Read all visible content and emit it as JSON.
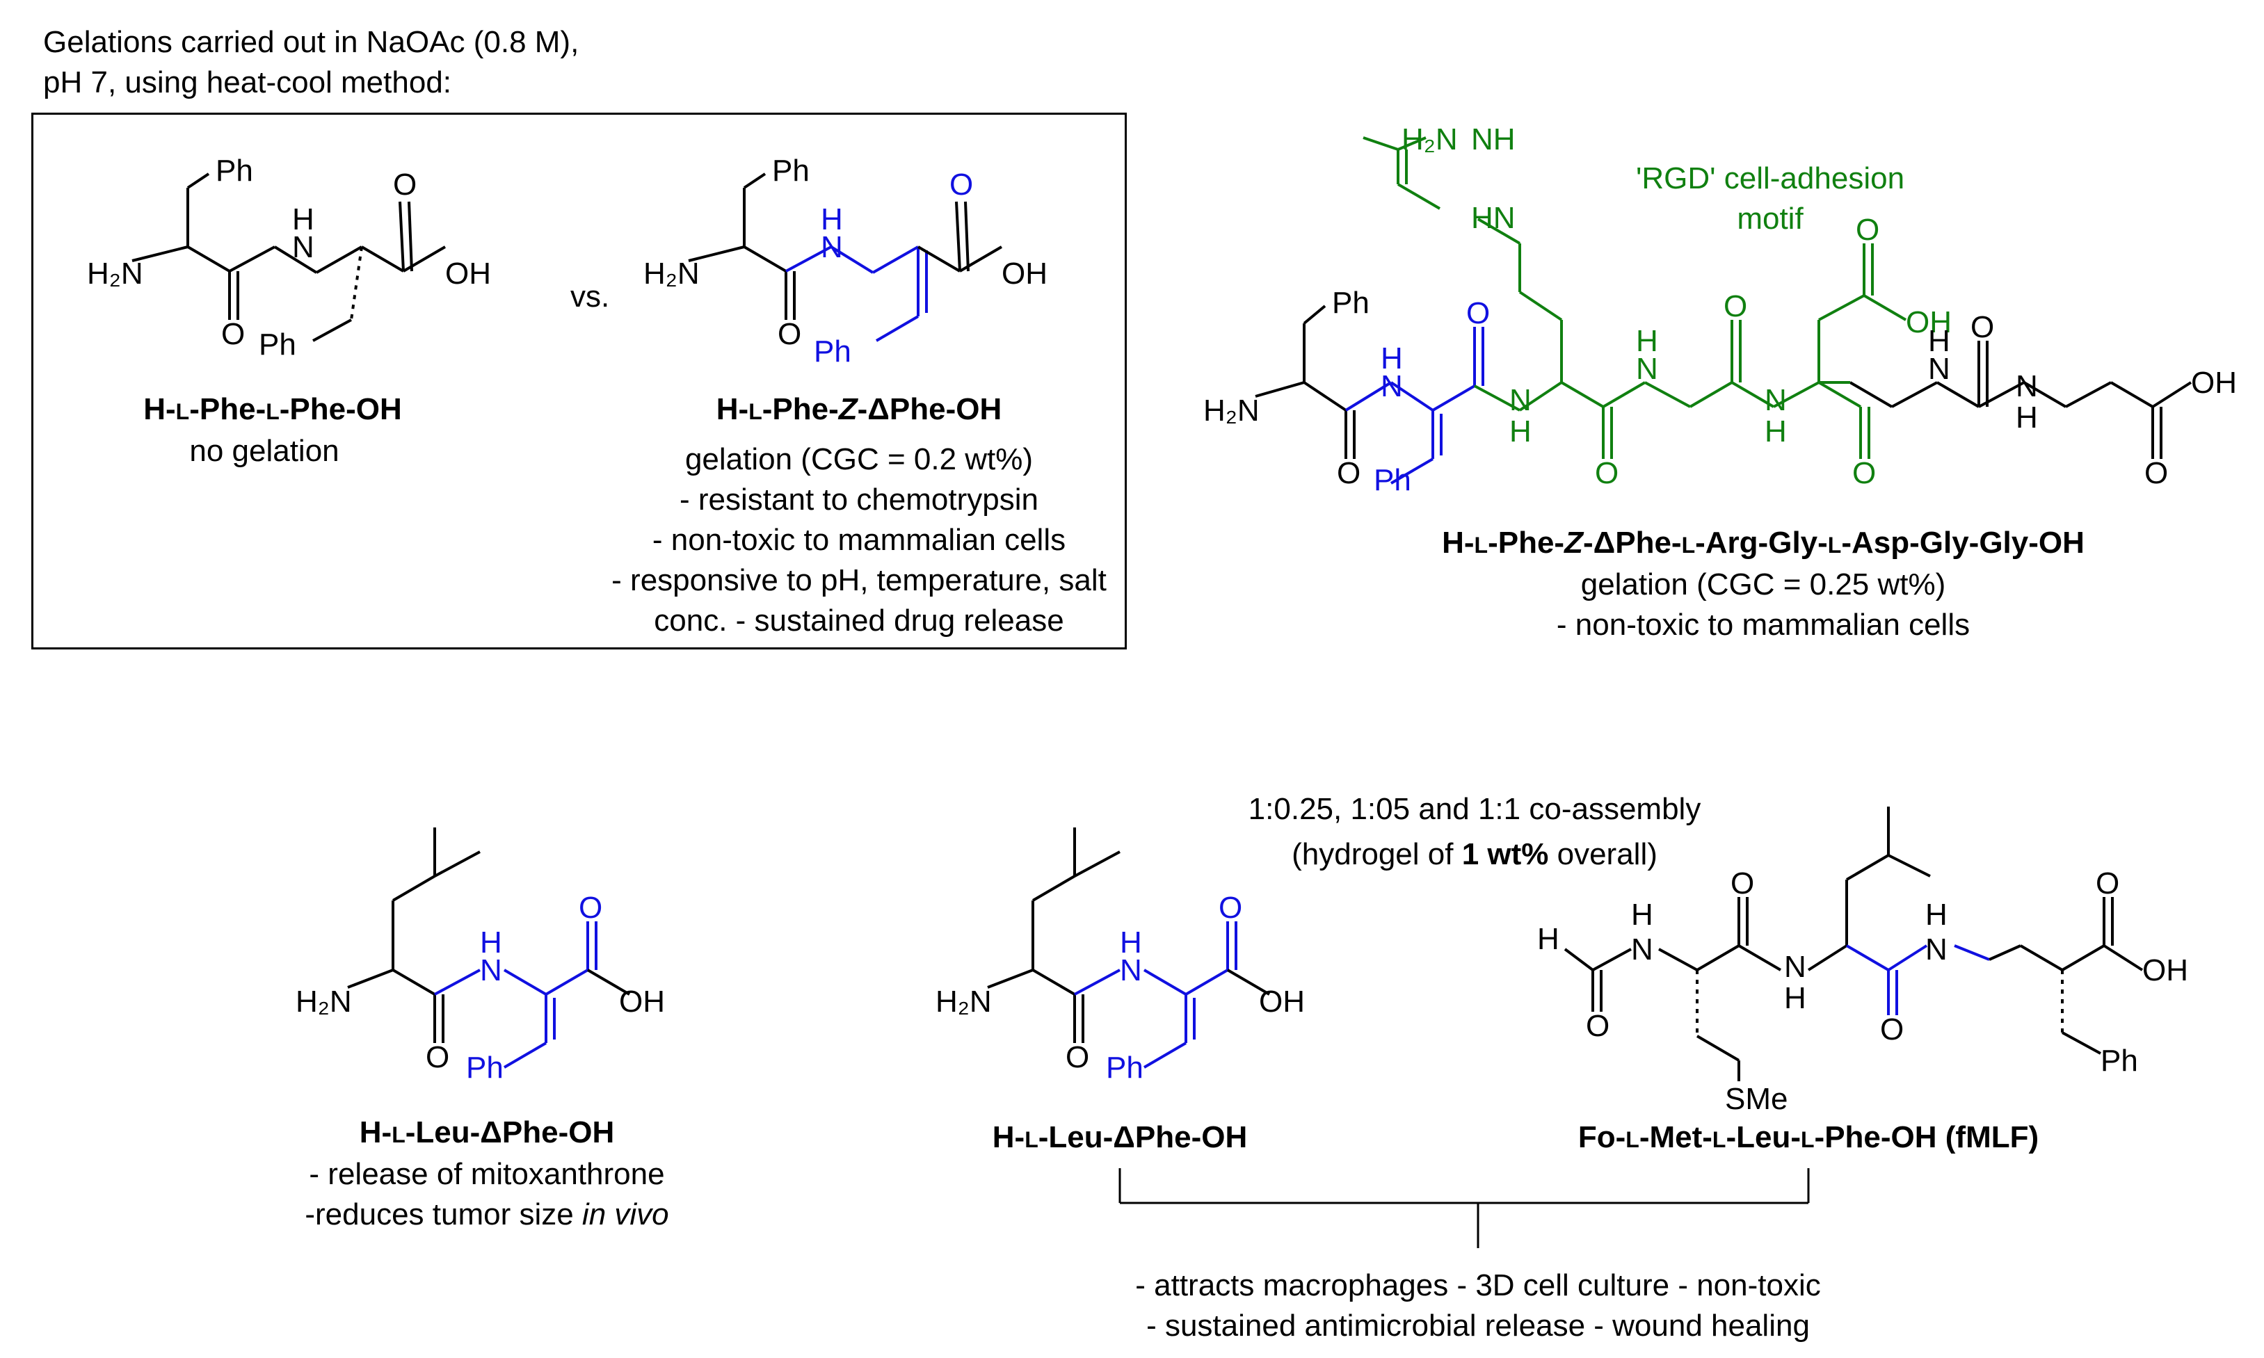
{
  "intro": {
    "line1": "Gelations carried out in NaOAc (0.8 M),",
    "line2": "pH 7, using heat-cool method:"
  },
  "compound_phe_phe": {
    "name": [
      "H-",
      "L",
      "-Phe-",
      "L",
      "-Phe-OH"
    ],
    "desc": "no gelation",
    "atoms": {
      "ph_top": "Ph",
      "nh_n": "N",
      "nh_h": "H",
      "o_carboxyl": "O",
      "oh": "OH",
      "nh2": "H₂N",
      "o_amide": "O",
      "ph_bottom": "Ph"
    }
  },
  "vs_label": "vs.",
  "compound_phe_dphe": {
    "name": [
      "H-",
      "L",
      "-Phe-",
      "Z",
      "-ΔPhe-OH"
    ],
    "desc": [
      "gelation (CGC = 0.2 wt%)",
      "- resistant to chemotrypsin",
      "- non-toxic to mammalian cells",
      "- responsive to pH, temperature, salt",
      "conc. - sustained drug release"
    ],
    "atoms": {
      "ph_top": "Ph",
      "nh_n": "N",
      "nh_h": "H",
      "o_carboxyl": "O",
      "oh": "OH",
      "nh2": "H₂N",
      "o_amide": "O",
      "ph_bottom": "Ph"
    }
  },
  "compound_rgd": {
    "motif": [
      "'RGD' cell-adhesion",
      "motif"
    ],
    "name": [
      "H-",
      "L",
      "-Phe-",
      "Z",
      "-ΔPhe-",
      "L",
      "-Arg-Gly-",
      "L",
      "-Asp-Gly-Gly-OH"
    ],
    "desc": [
      "gelation (CGC = 0.25 wt%)",
      "- non-toxic to mammalian cells"
    ],
    "atoms": {
      "guan_nh2": "H₂N",
      "guan_nh": "NH",
      "guan_hn": "HN",
      "ph": "Ph",
      "nh2": "H₂N",
      "o": "O",
      "n": "N",
      "h": "H",
      "oh": "OH",
      "ph_bottom": "Ph"
    }
  },
  "compound_leu_dphe_1": {
    "name": [
      "H-",
      "L",
      "-Leu-",
      "ΔPhe-OH"
    ],
    "desc1": "- release of mitoxanthrone",
    "desc2_pre": "-reduces tumor size ",
    "desc2_italic": "in vivo",
    "atoms": {
      "nh2": "H₂N",
      "n": "N",
      "h": "H",
      "o": "O",
      "oh": "OH",
      "ph": "Ph"
    }
  },
  "coassembly": {
    "line1": "1:0.25, 1:05 and 1:1 co-assembly",
    "line2_pre": "(hydrogel of ",
    "line2_bold": "1 wt%",
    "line2_post": " overall)"
  },
  "compound_leu_dphe_2": {
    "name": [
      "H-",
      "L",
      "-Leu-",
      "ΔPhe-OH"
    ],
    "atoms": {
      "nh2": "H₂N",
      "n": "N",
      "h": "H",
      "o": "O",
      "oh": "OH",
      "ph": "Ph"
    }
  },
  "compound_fmlf": {
    "name": [
      "Fo-",
      "L",
      "-Met-",
      "L",
      "-Leu-",
      "L",
      "-Phe-OH (fMLF)"
    ],
    "atoms": {
      "h": "H",
      "n": "N",
      "o": "O",
      "oh": "OH",
      "sme": "SMe",
      "ph": "Ph"
    }
  },
  "outcome": {
    "line1": "- attracts macrophages - 3D cell culture - non-toxic",
    "line2": "- sustained antimicrobial release - wound healing"
  },
  "colors": {
    "black": "#000000",
    "blue": "#1010e0",
    "green": "#108010"
  }
}
